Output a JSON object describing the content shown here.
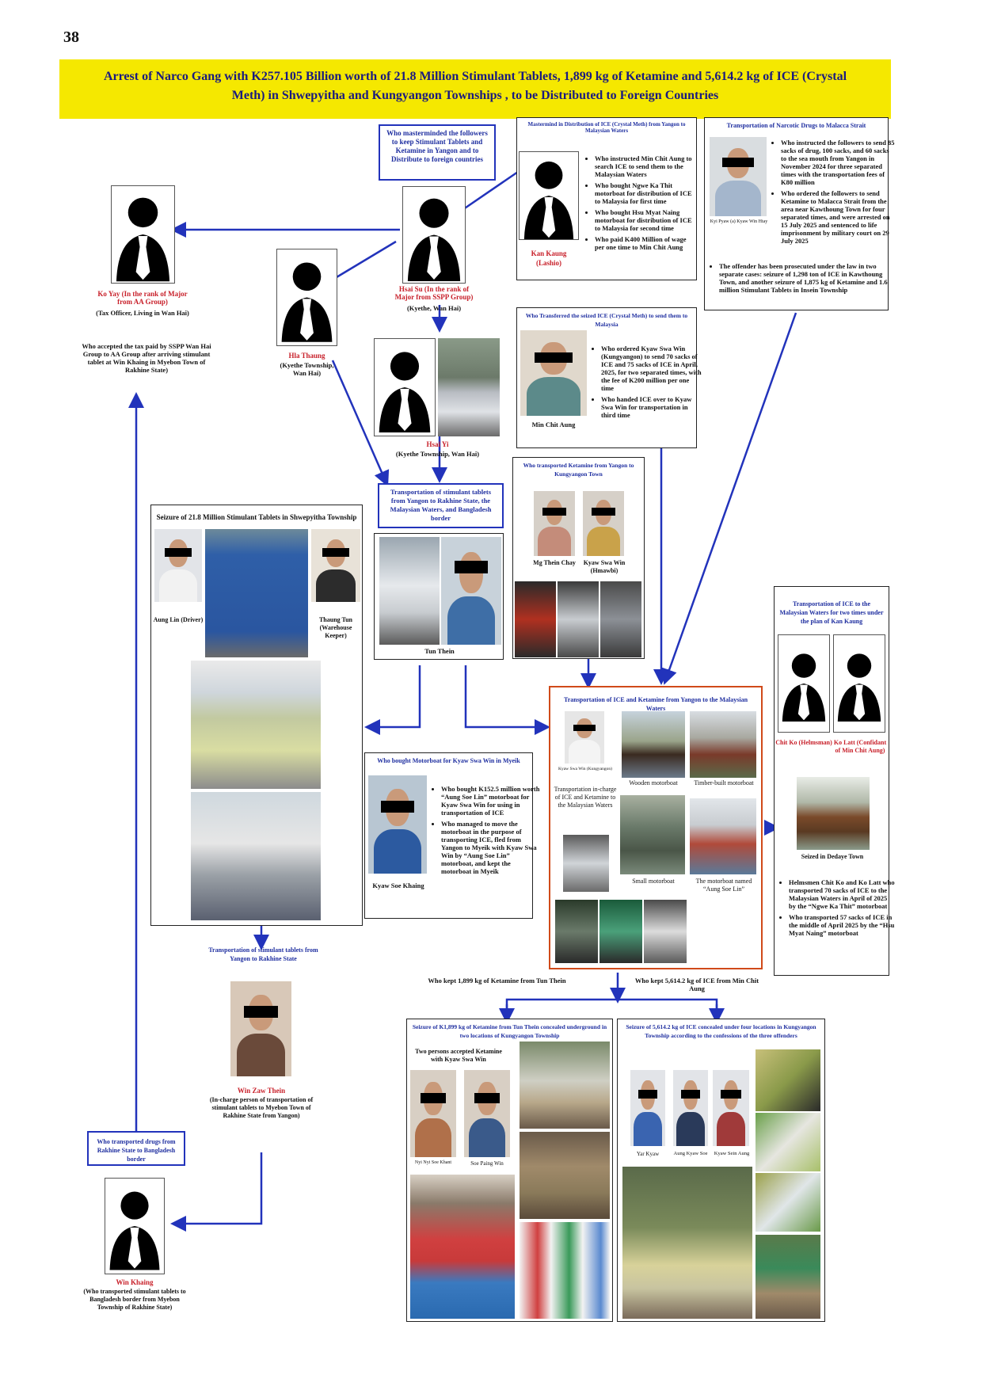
{
  "page_number": "38",
  "banner": {
    "title": "Arrest of Narco Gang with  K257.105 Billion worth of 21.8 Million Stimulant Tablets, 1,899 kg of Ketamine and 5,614.2 kg of ICE (Crystal Meth) in Shwepyitha and Kungyangon Townships , to be Distributed to Foreign Countries"
  },
  "mastermind": {
    "title": "Who masterminded the followers to keep Stimulant Tablets and Ketamine in Yangon and to Distribute to foreign countries",
    "name": "Hsai Su (In the rank of Major from SSPP Group)",
    "place": "(Kyethe, Wan Hai)"
  },
  "ko_yay": {
    "name": "Ko Yay (In the rank of Major from AA Group)",
    "role": "(Tax Officer, Living in Wan Hai)",
    "note": "Who accepted the tax paid by SSPP Wan Hai Group to AA Group after arriving stimulant tablet at Win Khaing in Myebon Town of Rakhine State)"
  },
  "hla_thaung": {
    "name": "Hla Thaung",
    "place": "(Kyethe Township, Wan Hai)"
  },
  "hsai_yi": {
    "name": "Hsai Yi",
    "place": "(Kyethe Township, Wan Hai)"
  },
  "kan_kaung": {
    "title": "Mastermind in Distribution of ICE (Crystal Meth) from Yangon to Malaysian Waters",
    "name": "Kan Kaung",
    "place": "(Lashio)",
    "bullets": [
      "Who instructed Min Chit Aung to search ICE to send them to the Malaysian Waters",
      "Who bought Ngwe Ka Thit motorboat for distribution of ICE to Malaysia for first time",
      "Who bought Hsu Myat Naing motorboat for distribution of ICE to Malaysia for second time",
      "Who paid K400 Million of wage per one time to Min Chit Aung"
    ]
  },
  "malacca": {
    "title": "Transportation of Narcotic Drugs to Malacca Strait",
    "caption": "Kyi Pyaw (a) Kyaw Win Htay",
    "bullets": [
      "Who instructed the followers to send 85 sacks of drug, 100 sacks, and 60 sacks to the sea mouth from Yangon in November 2024 for three separated times with the transportation fees of K80 million",
      "Who ordered the followers to send Ketamine to Malacca Strait from the area near Kawthoung Town for four separated times, and were arrested on 15 July 2025 and sentenced to life imprisonment by military court on 29 July 2025",
      "The offender has been prosecuted under the law in two separate cases: seizure of 1,298 ton of ICE in Kawthoung Town, and another seizure of 1,875 kg of Ketamine and 1.6 million Stimulant Tablets in Insein Township"
    ]
  },
  "min_chit_aung": {
    "title": "Who Transferred the seized ICE (Crystal Meth) to send them to Malaysia",
    "name": "Min Chit Aung",
    "bullets": [
      "Who ordered Kyaw Swa Win (Kungyangon) to send 70 sacks of ICE and 75 sacks of ICE in April, 2025, for two separated times, with the fee of K200 million per one time",
      "Who handed ICE over to Kyaw Swa Win for transportation in third time"
    ]
  },
  "ketamine_transport": {
    "title": "Who transported Ketamine from Yangon to Kungyangon Town",
    "person1": "Mg Thein Chay",
    "person2": "Kyaw Swa Win (Hmawbi)"
  },
  "tablets_route": {
    "title": "Transportation of stimulant tablets from Yangon to Rakhine State, the Malaysian Waters, and Bangladesh border",
    "name": "Tun Thein"
  },
  "shwepyitha": {
    "title": "Seizure of 21.8 Million Stimulant Tablets in Shwepyitha Township",
    "person1": "Aung Lin (Driver)",
    "person2": "Thaung Tun (Warehouse Keeper)"
  },
  "myeik": {
    "title": "Who bought Motorboat for Kyaw Swa Win in Myeik",
    "name": "Kyaw Soe Khaing",
    "bullets": [
      "Who bought K152.5 million worth “Aung Soe Lin” motorboat for Kyaw Swa Win for using in transportation of ICE",
      "Who managed to move the motorboat in the purpose of transporting ICE, fled from Yangon to Myeik with Kyaw Swa Win by “Aung Soe Lin” motorboat, and kept the motorboat in Myeik"
    ]
  },
  "malaysian_waters": {
    "title": "Transportation of ICE and Ketamine from Yangon to the Malaysian Waters",
    "person_caption": "Kyaw Swa Win (Kungyangon)",
    "desc": "Transportation in-charge of ICE and Ketamine to the Malaysian Waters",
    "boat1": "Wooden motorboat",
    "boat2": "Timber-built motorboat",
    "boat3": "Small motorboat",
    "boat4": "The motorboat named “Aung Soe Lin”"
  },
  "kan_kaung_plan": {
    "title": "Transportation of ICE to the Malaysian Waters for two times under the plan of Kan Kaung",
    "person1": "Chit Ko (Helmsman)",
    "person2": "Ko Latt (Confidant of Min Chit Aung)",
    "photo_caption": "Seized in Dedaye Town",
    "bullets": [
      "Helmsmen Chit Ko and Ko Latt who transported 70 sacks of ICE to the Malaysian Waters in April of 2025 by the “Ngwe Ka Thit” motorboat",
      "Who transported 57 sacks of ICE in the middle of April 2025 by the “Hsu Myat Naing” motorboat"
    ]
  },
  "rakhine_transport": {
    "label": "Transportation of stimulant tablets from Yangon to Rakhine State",
    "name": "Win Zaw Thein",
    "role": "(In-charge person of transportation of stimulant tablets to Myebon Town of Rakhine State from Yangon)"
  },
  "bangladesh": {
    "label": "Who transported drugs from Rakhine State to Bangladesh border",
    "name": "Win Khaing",
    "role": "(Who transported stimulant tablets to Bangladesh border from Myebon Township of Rakhine State)"
  },
  "kept_ketamine": "Who kept 1,899 kg of Ketamine from Tun Thein",
  "kept_ice": "Who kept 5,614.2 kg of ICE from Min Chit Aung",
  "ketamine_seizure": {
    "title": "Seizure of K1,899 kg of Ketamine from Tun Thein concealed underground in two locations of Kungyangon Township",
    "subtitle": "Two persons accepted Ketamine with Kyaw Swa Win",
    "person1": "Nyi Nyi Soe Khant",
    "person2": "Soe Paing Win"
  },
  "ice_seizure": {
    "title": "Seizure of 5,614.2 kg of ICE concealed under four locations in Kungyangon Township according to the confessions of the three offenders",
    "person1": "Yar Kyaw",
    "person2": "Aung Kyaw Soe",
    "person3": "Kyaw Sein Aung"
  }
}
